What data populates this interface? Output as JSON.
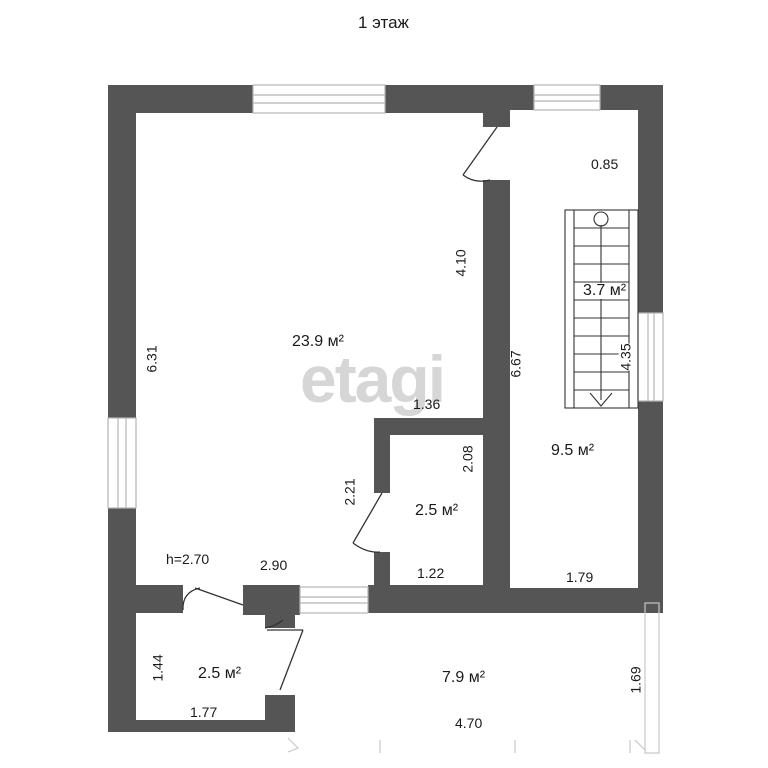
{
  "title": "1 этаж",
  "watermark": "etagi",
  "colors": {
    "wall": "#555555",
    "window_frame": "#b5b5b5",
    "background": "#ffffff",
    "text": "#1a1a1a"
  },
  "rooms": {
    "living": {
      "area": "23.9 м²",
      "dim_left": "6.31",
      "dim_right": "4.10",
      "dim_bottom_inner": "1.36",
      "dim_bottom": "2.90"
    },
    "bathroom": {
      "area": "2.5 м²",
      "dim_left": "2.21",
      "dim_right": "2.08",
      "dim_bottom": "1.22"
    },
    "stair_hall": {
      "area": "9.5 м²",
      "dim_top": "0.85",
      "dim_left": "6.67",
      "dim_bottom": "1.79"
    },
    "staircase": {
      "area": "3.7 м²",
      "dim_side": "4.35"
    },
    "vestibule": {
      "area": "2.5 м²",
      "dim_left": "1.44",
      "dim_bottom": "1.77"
    },
    "terrace": {
      "area": "7.9 м²",
      "dim_bottom": "4.70",
      "dim_right": "1.69"
    }
  },
  "ceiling_height": "h=2.70"
}
